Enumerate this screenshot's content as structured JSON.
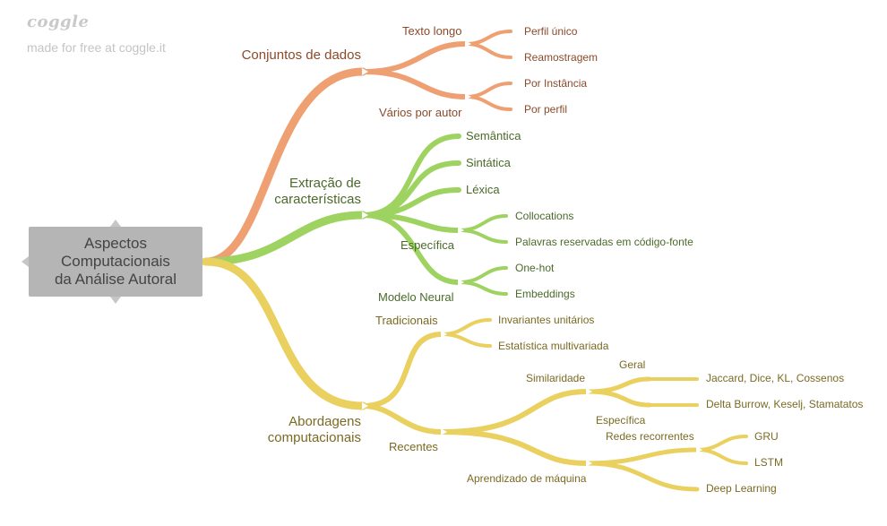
{
  "brand": {
    "logo": "coggle",
    "tagline": "made for free at coggle.it"
  },
  "colors": {
    "orange": "#efa073",
    "green": "#9fd361",
    "yellow": "#e9d05f",
    "central": "#b5b5b5"
  },
  "central": {
    "label": "Aspectos\nComputacionais\nda Análise Autoral"
  },
  "datasets": {
    "label": "Conjuntos de dados",
    "long_text": {
      "label": "Texto longo",
      "items": [
        "Perfil único",
        "Reamostragem"
      ]
    },
    "multi_author": {
      "label": "Vários por autor",
      "items": [
        "Por Instância",
        "Por perfil"
      ]
    }
  },
  "features": {
    "label_line1": "Extração de",
    "label_line2": "características",
    "semantic": "Semântica",
    "syntactic": "Sintática",
    "lexical": "Léxica",
    "specific": {
      "label": "Específica",
      "items": [
        "Collocations",
        "Palavras reservadas em código-fonte"
      ]
    },
    "neural": {
      "label": "Modelo Neural",
      "items": [
        "One-hot",
        "Embeddings"
      ]
    }
  },
  "approaches": {
    "label_line1": "Abordagens",
    "label_line2": "computacionais",
    "traditional": {
      "label": "Tradicionais",
      "items": [
        "Invariantes unitários",
        "Estatística multivariada"
      ]
    },
    "recent": {
      "label": "Recentes",
      "similarity": {
        "label": "Similaridade",
        "general": {
          "label": "Geral",
          "item": "Jaccard, Dice, KL, Cossenos"
        },
        "specific": {
          "label": "Específica",
          "item": "Delta Burrow, Keselj, Stamatatos"
        }
      },
      "ml": {
        "label": "Aprendizado de máquina",
        "rnn": {
          "label": "Redes recorrentes",
          "items": [
            "GRU",
            "LSTM"
          ]
        },
        "deep_learning": "Deep Learning"
      }
    }
  }
}
